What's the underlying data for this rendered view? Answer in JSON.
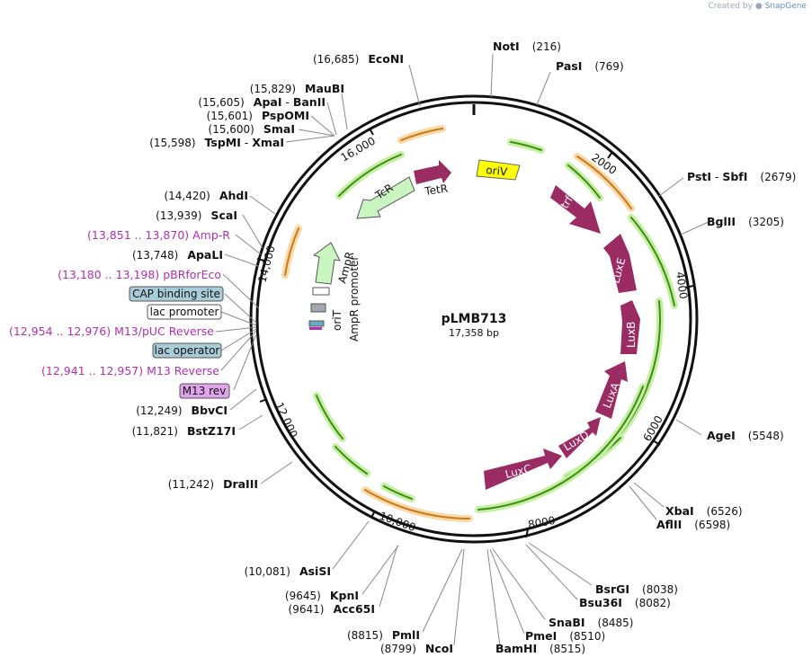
{
  "credit": {
    "prefix": "Created by",
    "brand": "SnapGene"
  },
  "plasmid": {
    "name": "pLMB713",
    "length_label": "17,358 bp"
  },
  "ticks": [
    "2000",
    "4000",
    "6000",
    "8000",
    "10,000",
    "12,000",
    "14,000",
    "16,000"
  ],
  "sites": [
    {
      "name": "NotI",
      "pos": "(216)"
    },
    {
      "name": "PasI",
      "pos": "(769)"
    },
    {
      "name": "PstI",
      "name2": "SbfI",
      "pos": "(2679)"
    },
    {
      "name": "BglII",
      "pos": "(3205)"
    },
    {
      "name": "AgeI",
      "pos": "(5548)"
    },
    {
      "name": "XbaI",
      "pos": "(6526)"
    },
    {
      "name": "AflII",
      "pos": "(6598)"
    },
    {
      "name": "BsrGI",
      "pos": "(8038)"
    },
    {
      "name": "Bsu36I",
      "pos": "(8082)"
    },
    {
      "name": "SnaBI",
      "pos": "(8485)"
    },
    {
      "name": "PmeI",
      "pos": "(8510)"
    },
    {
      "name": "BamHI",
      "pos": "(8515)"
    },
    {
      "name": "PmlI",
      "pos": "(8815)"
    },
    {
      "name": "NcoI",
      "pos": "(8799)"
    },
    {
      "name": "KpnI",
      "pos": "(9645)"
    },
    {
      "name": "Acc65I",
      "pos": "(9641)"
    },
    {
      "name": "AsiSI",
      "pos": "(10,081)"
    },
    {
      "name": "DraIII",
      "pos": "(11,242)"
    },
    {
      "name": "BstZ17I",
      "pos": "(11,821)"
    },
    {
      "name": "BbvCI",
      "pos": "(12,249)"
    },
    {
      "name": "ApaLI",
      "pos": "(13,748)"
    },
    {
      "name": "ScaI",
      "pos": "(13,939)"
    },
    {
      "name": "AhdI",
      "pos": "(14,420)"
    },
    {
      "name": "TspMI",
      "name2": "XmaI",
      "pos": "(15,598)"
    },
    {
      "name": "SmaI",
      "pos": "(15,600)"
    },
    {
      "name": "PspOMI",
      "pos": "(15,601)"
    },
    {
      "name": "ApaI",
      "name2": "BanII",
      "pos": "(15,605)"
    },
    {
      "name": "MauBI",
      "pos": "(15,829)"
    },
    {
      "name": "EcoNI",
      "pos": "(16,685)"
    }
  ],
  "annotations": {
    "amp_r": "(13,851 .. 13,870)  Amp-R",
    "pbrforeco": "(13,180 .. 13,198)  pBRforEco",
    "cap_binding_site": "CAP binding site",
    "lac_promoter": "lac promoter",
    "m13_puc_reverse": "(12,954 .. 12,976)  M13/pUC Reverse",
    "lac_operator": "lac operator",
    "m13_reverse": "(12,941 .. 12,957)  M13 Reverse",
    "m13_rev": "M13 rev"
  },
  "features": {
    "oriV": "oriV",
    "trfA": "trfA",
    "LuxE": "LuxE",
    "LuxB": "LuxB",
    "LuxA": "LuxA",
    "LuxD": "LuxD",
    "LuxC": "LuxC",
    "TetR": "TetR",
    "TcR": "TcR",
    "AmpR": "AmpR",
    "AmpR_promoter": "AmpR promoter",
    "oriT": "oriT"
  },
  "colors": {
    "gene": "#9b2b63",
    "resistance": "#c8f5c0",
    "origin": "#ffff00",
    "primer_green": "#6abf2a",
    "primer_orange": "#e8a24a",
    "annotation_pink": "#b030b0",
    "box_blue": "#a8ccd8",
    "box_purple": "#e0a4ec"
  }
}
